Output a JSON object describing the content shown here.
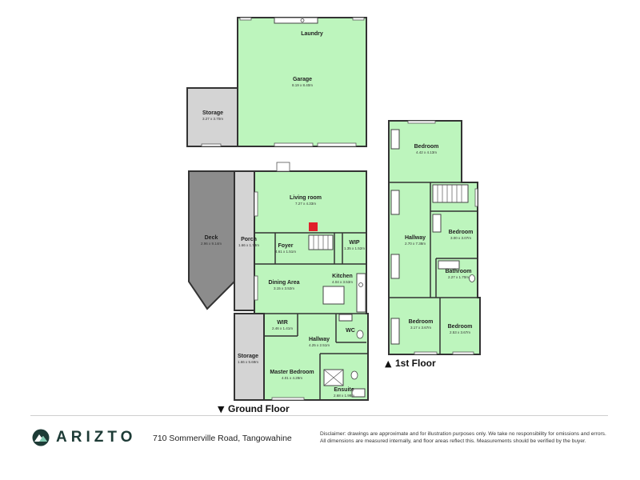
{
  "rooms": [
    {
      "id": "laundry",
      "name": "Laundry",
      "dims": ""
    },
    {
      "id": "garage",
      "name": "Garage",
      "dims": "8.19 x 8.40m"
    },
    {
      "id": "storage-top",
      "name": "Storage",
      "dims": "3.27 x 3.70m"
    },
    {
      "id": "living",
      "name": "Living room",
      "dims": "7.27 x 4.33m"
    },
    {
      "id": "deck",
      "name": "Deck",
      "dims": "2.96 x 9.14m"
    },
    {
      "id": "porch",
      "name": "Porch",
      "dims": "1.66 x 1.73m"
    },
    {
      "id": "foyer",
      "name": "Foyer",
      "dims": "4.61 x 1.51m"
    },
    {
      "id": "wip",
      "name": "WIP",
      "dims": "1.35 x 1.52m"
    },
    {
      "id": "dining",
      "name": "Dining Area",
      "dims": "3.15 x 3.52m"
    },
    {
      "id": "kitchen",
      "name": "Kitchen",
      "dims": "4.04 x 3.53m"
    },
    {
      "id": "wir",
      "name": "WIR",
      "dims": "2.46 x 1.41m"
    },
    {
      "id": "wc",
      "name": "WC",
      "dims": ""
    },
    {
      "id": "hallway-g",
      "name": "Hallway",
      "dims": "4.25 x 2.51m"
    },
    {
      "id": "storage-g",
      "name": "Storage",
      "dims": "1.66 x 5.69m"
    },
    {
      "id": "master",
      "name": "Master Bedroom",
      "dims": "4.01 x 4.29m"
    },
    {
      "id": "ensuite",
      "name": "Ensuite",
      "dims": "2.68 x 1.98m"
    },
    {
      "id": "bed-top",
      "name": "Bedroom",
      "dims": "4.42 x 4.13m"
    },
    {
      "id": "bed-right",
      "name": "Bedroom",
      "dims": "3.00 x 3.07m"
    },
    {
      "id": "hallway-1",
      "name": "Hallway",
      "dims": "2.70 x 7.38m"
    },
    {
      "id": "bathroom",
      "name": "Bathroom",
      "dims": "2.27 x 1.70m"
    },
    {
      "id": "bed-bl",
      "name": "Bedroom",
      "dims": "3.17 x 3.67m"
    },
    {
      "id": "bed-br",
      "name": "Bedroom",
      "dims": "2.53 x 3.67m"
    }
  ],
  "floors": {
    "ground": "Ground Floor",
    "first": "1st Floor"
  },
  "brand": {
    "name": "ARIZTO",
    "accent": "#1d3b36"
  },
  "address": "710 Sommerville Road, Tangowahine",
  "disclaimer": {
    "line1": "Disclaimer: drawings are approximate and for illustration purposes only. We take no responsibility for omissions and errors.",
    "line2": "All dimensions are measured internally, and floor areas reflect this. Measurements should be verified by the buyer."
  },
  "colors": {
    "room": "#bdf5bd",
    "deck": "#8c8c8c",
    "storage": "#d4d4d4",
    "marker": "#e0202a"
  }
}
